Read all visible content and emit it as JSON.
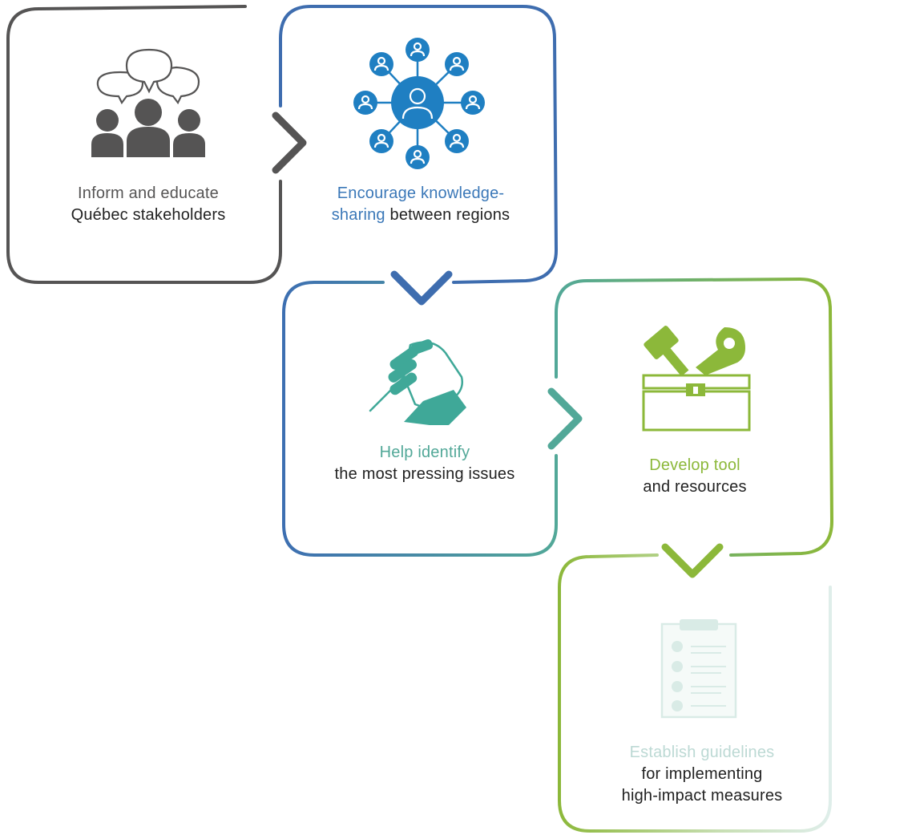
{
  "steps": [
    {
      "id": "inform",
      "highlight": "",
      "line1": "Inform and educate",
      "line2": "Québec stakeholders",
      "color": "#555454",
      "icon": "people-speech-icon"
    },
    {
      "id": "encourage",
      "highlight_1": "Encourage knowledge-",
      "highlight_2": "sharing",
      "rest_2": " between regions",
      "color": "#3b78b8",
      "icon": "network-people-icon"
    },
    {
      "id": "identify",
      "highlight": "Help identify",
      "line2": "the most pressing issues",
      "color": "#52a898",
      "icon": "hand-pencil-icon"
    },
    {
      "id": "develop",
      "highlight": "Develop tool",
      "line2": "and resources",
      "color": "#8cb83a",
      "icon": "toolbox-icon"
    },
    {
      "id": "establish",
      "highlight": "Establish guidelines",
      "line2": "for implementing",
      "line3": "high-impact measures",
      "color": "#bcd9d4",
      "icon": "clipboard-checklist-icon"
    }
  ],
  "colors": {
    "gray": "#555454",
    "blue": "#3b78b8",
    "teal": "#52a898",
    "green": "#8cb83a",
    "pale": "#d6e8e4"
  }
}
